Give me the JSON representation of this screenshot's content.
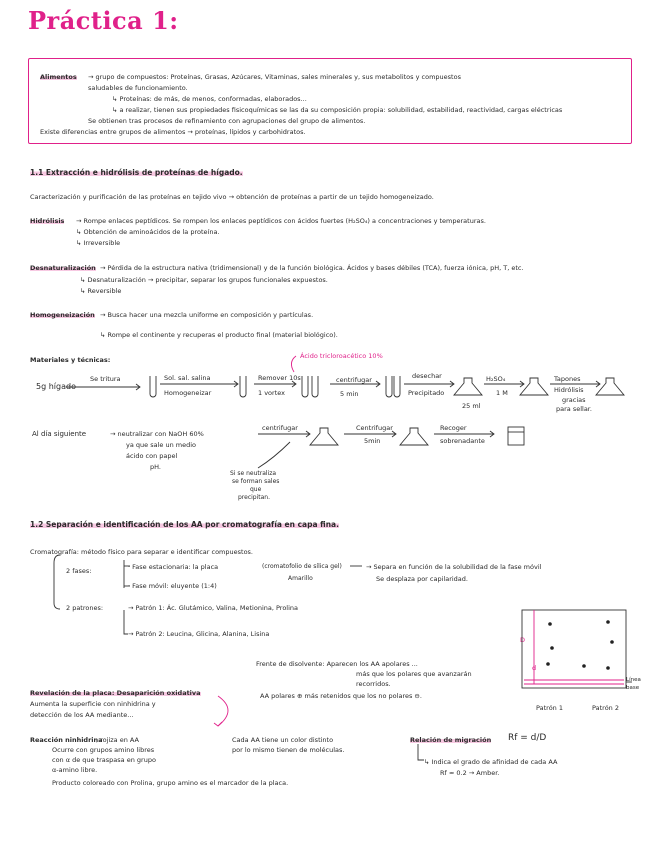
{
  "page_title": "Práctica 1:",
  "box": {
    "term": "Alimentos",
    "line1": "→ grupo de compuestos: Proteínas, Grasas, Azúcares, Vitaminas, sales minerales y, sus metabolitos y compuestos",
    "line2": "saludables de funcionamiento.",
    "line3": "↳ Proteínas: de más, de menos, conformadas, elaborados...",
    "line4": "↳ a realizar, tienen sus propiedades fisicoquímicas se las da su composición propia: solubilidad, estabilidad, reactividad, cargas eléctricas",
    "line5": "Se obtienen tras procesos de refinamiento con agrupaciones del grupo de alimentos.",
    "line6": "Existe diferencias entre grupos de alimentos → proteínas, lípidos y carbohidratos."
  },
  "s11": {
    "heading": "1.1 Extracción e hidrólisis de proteínas de hígado.",
    "intro": "Caracterización y purificación de las proteínas en tejido vivo → obtención de proteínas a partir de un tejido homogeneizado.",
    "hidrolisis_term": "Hidrólisis",
    "hidrolisis": "→ Rompe enlaces peptídicos. Se rompen los enlaces peptídicos con ácidos fuertes (H₂SO₄) a concentraciones y temperaturas.",
    "hidrolisis_sub1": "↳ Obtención de aminoácidos de la proteína.",
    "hidrolisis_sub2": "↳ Irreversible",
    "desnat_term": "Desnaturalización",
    "desnat": "→ Pérdida de la estructura nativa (tridimensional) y de la función biológica. Ácidos y bases débiles (TCA), fuerza iónica, pH, T, etc.",
    "desnat_sub1": "↳ Desnaturalización → precipitar, separar los grupos funcionales expuestos.",
    "desnat_sub2": "↳ Reversible",
    "homog_term": "Homogeneización",
    "homog": "→ Busca hacer una mezcla uniforme en composición y partículas.",
    "homog_sub": "↳ Rompe el continente y recuperas el producto final (material biológico).",
    "mat_label": "Materiales y técnicas:",
    "flow_start": "5g hígado",
    "flow_a": "Se tritura",
    "flow_b1": "Sol. sal. salina",
    "flow_b2": "Homogeneizar",
    "flow_c1": "Remover 10s",
    "flow_c2": "1 vortex",
    "flow_d1": "centrifugar",
    "flow_d2": "5 min",
    "flow_pink": "Ácido tricloroacético 10%",
    "flow_e1": "desechar",
    "flow_e2": "Precipitado",
    "flow_f": "25 ml",
    "flow_g1": "H₂SO₄",
    "flow_g2": "1 M",
    "flow_h1": "Tapones",
    "flow_h2": "Hidrólisis",
    "flow_h3": "gracias",
    "flow_h4": "para sellar.",
    "next_label": "Al día siguiente",
    "next_a1": "→ neutralizar con NaOH 60%",
    "next_a2": "ya que sale un medio",
    "next_a3": "ácido con papel",
    "next_a4": "pH.",
    "next_b": "centrifugar",
    "next_c1": "Centrifugar",
    "next_c2": "5min",
    "next_d1": "Recoger",
    "next_d2": "sobrenadante",
    "next_note1": "Si se neutraliza",
    "next_note2": "se forman sales",
    "next_note3": "que",
    "next_note4": "precipitan."
  },
  "s12": {
    "heading": "1.2 Separación e identificación de los AA por cromatografía en capa fina.",
    "cromato": "Cromatografía: método físico para separar e identificar compuestos.",
    "fases": "2 fases:",
    "fase_est": "· Fase estacionaria: la placa",
    "fase_est2": "(cromatofolio de sílica gel)",
    "fase_mov": "· Fase móvil: eluyente (1:4)",
    "amarillo": "Amarillo",
    "separa1": "→ Separa en función de la solubilidad de la fase móvil",
    "separa2": "Se desplaza por capilaridad.",
    "patrones": "2 patrones:",
    "patron1": "→ Patrón 1: Ác. Glutámico, Valina, Metionina, Prolina",
    "patron2": "→ Patrón 2: Leucina, Glicina, Alanina, Lisina",
    "frente": "Frente de disolvente: Aparecen los AA apolares ...",
    "frente2": "más que los polares que avanzarán",
    "frente3": "recorridos.",
    "polares": "AA polares ⊕ más retenidos que los no polares ⊖.",
    "revelado_term": "Revelación de la placa: Desaparición oxidativa",
    "revelado": "Aumenta la superficie con ninhidrina y",
    "revelado2": "detección de los AA mediante...",
    "ninh_term": "Reacción ninhidrina",
    "ninh": ", rojiza en AA",
    "ninh2": "Ocurre con grupos amino libres",
    "ninh3": "con α de que traspasa en grupo",
    "ninh4": "α-amino libre.",
    "ninh5": "Producto coloreado con Prolina, grupo amino es el marcador de la placa.",
    "cada": "Cada AA tiene un color distinto",
    "cada2": "por lo mismo tienen de moléculas.",
    "rf_term": "Relación de migración",
    "rf_formula": "Rf = d/D",
    "rf_note1": "↳ Indica el grado de afinidad de cada AA",
    "rf_note2": "Rf ≈ 0.2 → Amber.",
    "tlc_D": "D",
    "tlc_d": "d",
    "tlc_line": "Línea base",
    "patron_label1": "Patrón 1",
    "patron_label2": "Patrón 2"
  },
  "colors": {
    "accent": "#e0218a",
    "highlight": "#f7c9e2",
    "ink": "#2a2a2a"
  }
}
